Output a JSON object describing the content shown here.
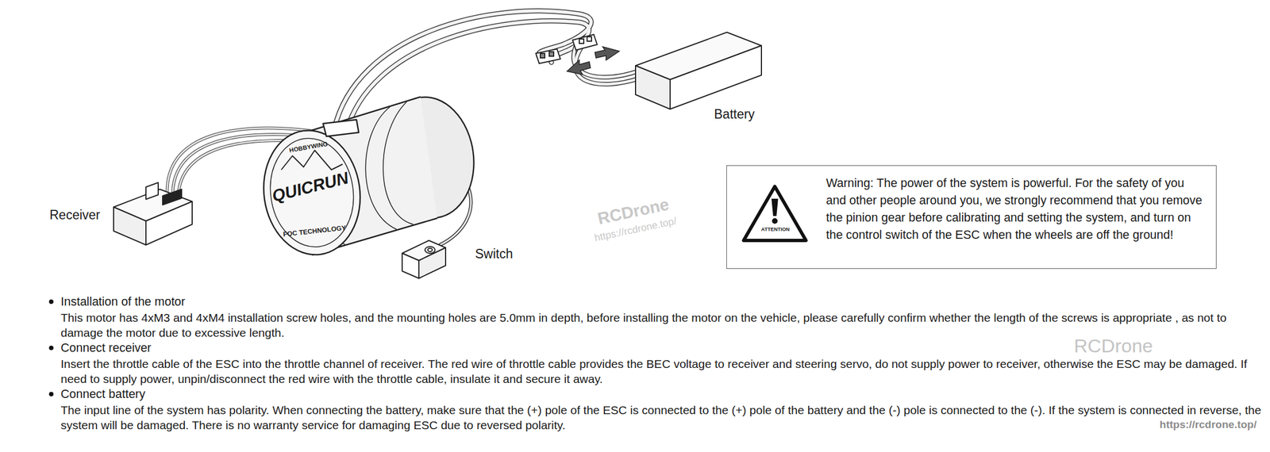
{
  "diagram": {
    "nodes": [
      {
        "text": [
          "ATTENTION",
          "Warning: The power of the system is powerful. For the safety of you and other people around you, we strongly recommend that you remove the pinion gear before calibrating and setting the system, and turn on the control switch of the ESC when the wheels are off the ground!"
        ]
      }
    ],
    "labels": [
      "Receiver",
      "Switch",
      "Battery",
      "RCDrone",
      "https://rcdrone.top/",
      "HOBBYWING",
      "QUICRUN",
      "FOC TECHNOLOGY",
      "Installation of the motor",
      "This motor has 4xM3 and 4xM4 installation screw holes, and the mounting holes are 5.0mm in depth, before installing the motor on the vehicle, please carefully confirm whether the length of the screws is appropriate ,  as not to damage the motor due to excessive length.",
      "Connect receiver",
      "Insert the throttle cable of the ESC into the throttle channel of receiver. The red wire of throttle cable provides the BEC voltage to receiver and steering servo, do not supply power to receiver, otherwise the ESC may be damaged. If need to supply power, unpin/disconnect the red wire with the throttle cable, insulate it and secure it away.",
      "Connect battery",
      "The input line of the system has polarity. When connecting the battery, make sure that the (+) pole of the ESC is connected to the (+) pole of the battery and the (-) pole is connected to the (-). If the system is connected in reverse, the system will be damaged. There is no warranty service for damaging ESC due to reversed polarity.",
      "RCDrone",
      "https://rcdrone.top/"
    ]
  }
}
